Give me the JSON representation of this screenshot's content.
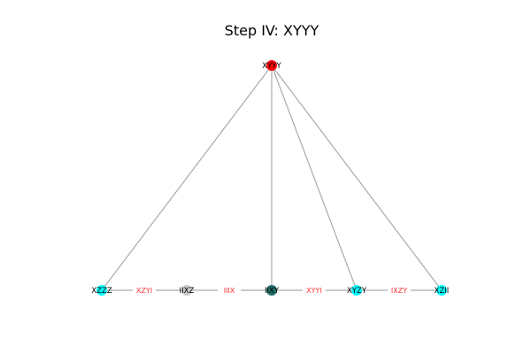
{
  "title": "Step IV: XYYY",
  "colors": {
    "root": "#ff0000",
    "leaf": "#00ffff",
    "neutral": "#c8c8c8",
    "teal": "#1f6f6a",
    "edge": "#aaaaaa",
    "edge_label": "#ff3333"
  },
  "nodes": [
    {
      "id": "root",
      "label": "XYYY",
      "color": "root"
    },
    {
      "id": "n1",
      "label": "XZZZ",
      "color": "leaf"
    },
    {
      "id": "n2",
      "label": "IIXZ",
      "color": "neutral"
    },
    {
      "id": "n3",
      "label": "IIXY",
      "color": "teal"
    },
    {
      "id": "n4",
      "label": "XYZY",
      "color": "leaf"
    },
    {
      "id": "n5",
      "label": "XZII",
      "color": "leaf"
    }
  ],
  "edges": [
    {
      "source": "root",
      "target": "n1"
    },
    {
      "source": "root",
      "target": "n3"
    },
    {
      "source": "root",
      "target": "n4"
    },
    {
      "source": "root",
      "target": "n5"
    },
    {
      "source": "n1",
      "target": "n2",
      "label": "XZYI"
    },
    {
      "source": "n2",
      "target": "n3",
      "label": "IIIX"
    },
    {
      "source": "n3",
      "target": "n4",
      "label": "XYYI"
    },
    {
      "source": "n4",
      "target": "n5",
      "label": "IXZY"
    }
  ]
}
